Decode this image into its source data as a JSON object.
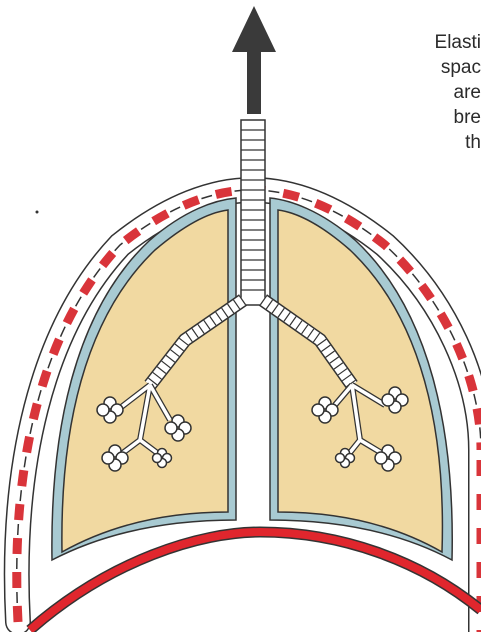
{
  "caption": {
    "lines": [
      "Elasti",
      "spac",
      "are",
      "bre",
      "th"
    ]
  },
  "colors": {
    "lung_fill": "#f1d9a1",
    "pleura": "#a8cad2",
    "muscle_red": "#d9343a",
    "diaphragm_red": "#e0262d",
    "outline": "#333333",
    "arrow": "#3a3a3a"
  },
  "icons": {
    "arrow": "upward-arrow-icon"
  }
}
